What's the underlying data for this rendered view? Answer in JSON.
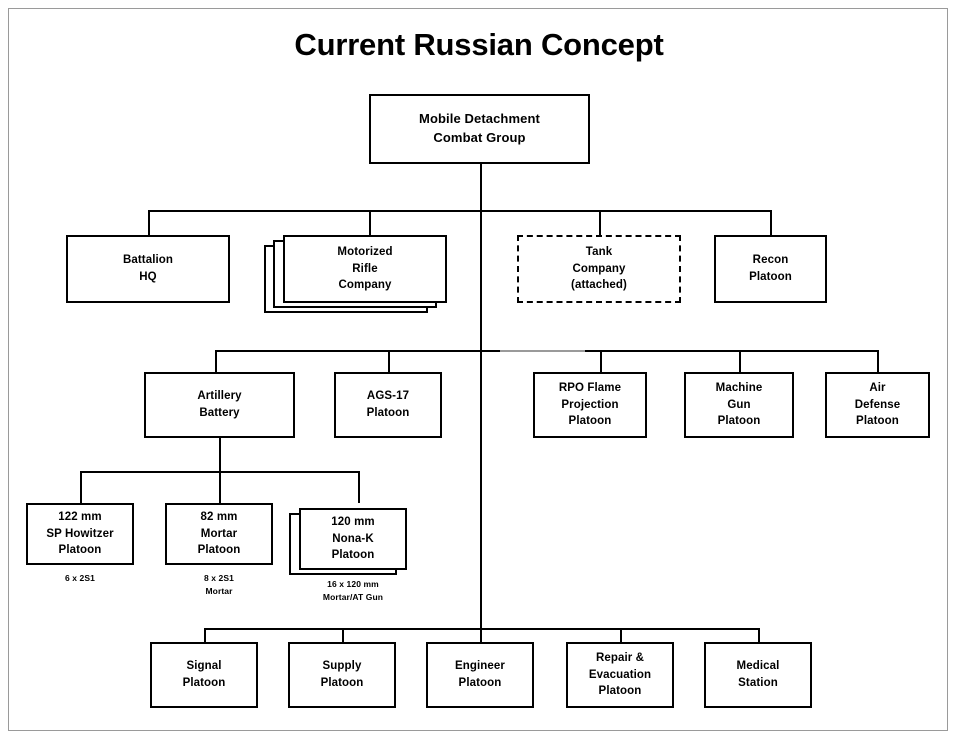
{
  "title": "Current Russian Concept",
  "diagram": {
    "type": "organization-chart",
    "root": {
      "id": "mobile-detachment",
      "label": "Mobile Detachment\nCombat Group",
      "line1": "Mobile Detachment",
      "line2": "Combat Group"
    },
    "tier1": [
      {
        "id": "battalion-hq",
        "line1": "Battalion",
        "line2": "HQ",
        "style": "solid"
      },
      {
        "id": "motorized-rifle-company",
        "line1": "Motorized",
        "line2": "Rifle",
        "line3": "Company",
        "style": "stacked",
        "copies": 3
      },
      {
        "id": "tank-company",
        "line1": "Tank",
        "line2": "Company",
        "line3": "(attached)",
        "style": "dashed"
      },
      {
        "id": "recon-platoon",
        "line1": "Recon",
        "line2": "Platoon",
        "style": "solid"
      }
    ],
    "tier2": [
      {
        "id": "artillery-battery",
        "line1": "Artillery",
        "line2": "Battery",
        "style": "solid"
      },
      {
        "id": "ags-17-platoon",
        "line1": "AGS-17",
        "line2": "Platoon",
        "style": "solid"
      },
      {
        "id": "rpo-flame-projection-platoon",
        "line1": "RPO Flame",
        "line2": "Projection",
        "line3": "Platoon",
        "style": "solid"
      },
      {
        "id": "machine-gun-platoon",
        "line1": "Machine",
        "line2": "Gun",
        "line3": "Platoon",
        "style": "solid"
      },
      {
        "id": "air-defense-platoon",
        "line1": "Air",
        "line2": "Defense",
        "line3": "Platoon",
        "style": "solid"
      }
    ],
    "tier3_artillery": [
      {
        "id": "howitzer-platoon",
        "line1": "122 mm",
        "line2": "SP Howitzer",
        "line3": "Platoon",
        "style": "solid",
        "caption_line1": "6 x 2S1",
        "caption_line2": ""
      },
      {
        "id": "mortar-platoon",
        "line1": "82 mm",
        "line2": "Mortar",
        "line3": "Platoon",
        "style": "solid",
        "caption_line1": "8 x 2S1",
        "caption_line2": "Mortar"
      },
      {
        "id": "nona-k-platoon",
        "line1": "120 mm",
        "line2": "Nona-K",
        "line3": "Platoon",
        "style": "stacked",
        "copies": 2,
        "caption_line1": "16 x 120 mm",
        "caption_line2": "Mortar/AT Gun"
      }
    ],
    "tier4_support": [
      {
        "id": "signal-platoon",
        "line1": "Signal",
        "line2": "Platoon",
        "style": "solid"
      },
      {
        "id": "supply-platoon",
        "line1": "Supply",
        "line2": "Platoon",
        "style": "solid"
      },
      {
        "id": "engineer-platoon",
        "line1": "Engineer",
        "line2": "Platoon",
        "style": "solid"
      },
      {
        "id": "repair-evacuation-platoon",
        "line1": "Repair &",
        "line2": "Evacuation",
        "line3": "Platoon",
        "style": "solid"
      },
      {
        "id": "medical-station",
        "line1": "Medical",
        "line2": "Station",
        "style": "solid"
      }
    ]
  },
  "colors": {
    "line": "#000000",
    "line_faded": "#9a9a9a",
    "background": "#ffffff",
    "text": "#000000"
  }
}
